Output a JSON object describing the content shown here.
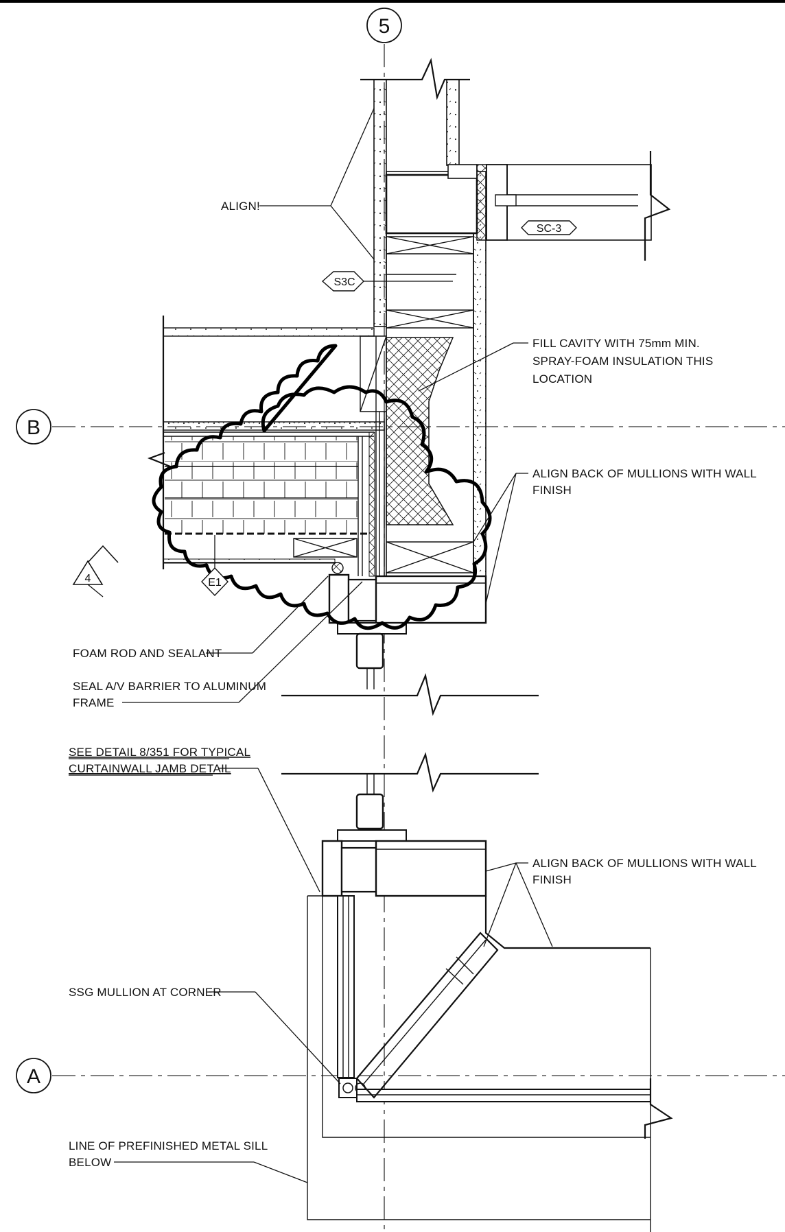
{
  "grid": {
    "vertical_bubble": "5",
    "horizontal_bubbles": [
      "B",
      "A"
    ]
  },
  "tags": {
    "wall_type_s3c": "S3C",
    "wall_type_e1": "E1",
    "window_type": "SC-3",
    "revision": "4"
  },
  "notes": {
    "align": "ALIGN!",
    "fill_cavity": [
      "FILL CAVITY WITH 75mm MIN.",
      "SPRAY-FOAM INSULATION THIS",
      "LOCATION"
    ],
    "align_mullions_upper": [
      "ALIGN BACK OF MULLIONS WITH WALL",
      "FINISH"
    ],
    "foam_rod": "FOAM ROD AND SEALANT",
    "seal_av": [
      "SEAL A/V BARRIER TO ALUMINUM",
      "FRAME"
    ],
    "see_detail": [
      "SEE DETAIL 8/351 FOR TYPICAL",
      "CURTAINWALL JAMB DETAIL"
    ],
    "align_mullions_lower": [
      "ALIGN BACK OF MULLIONS WITH WALL",
      "FINISH"
    ],
    "ssg_mullion": "SSG MULLION AT CORNER",
    "line_of_sill": [
      "LINE OF PREFINISHED METAL SILL",
      "BELOW"
    ]
  }
}
